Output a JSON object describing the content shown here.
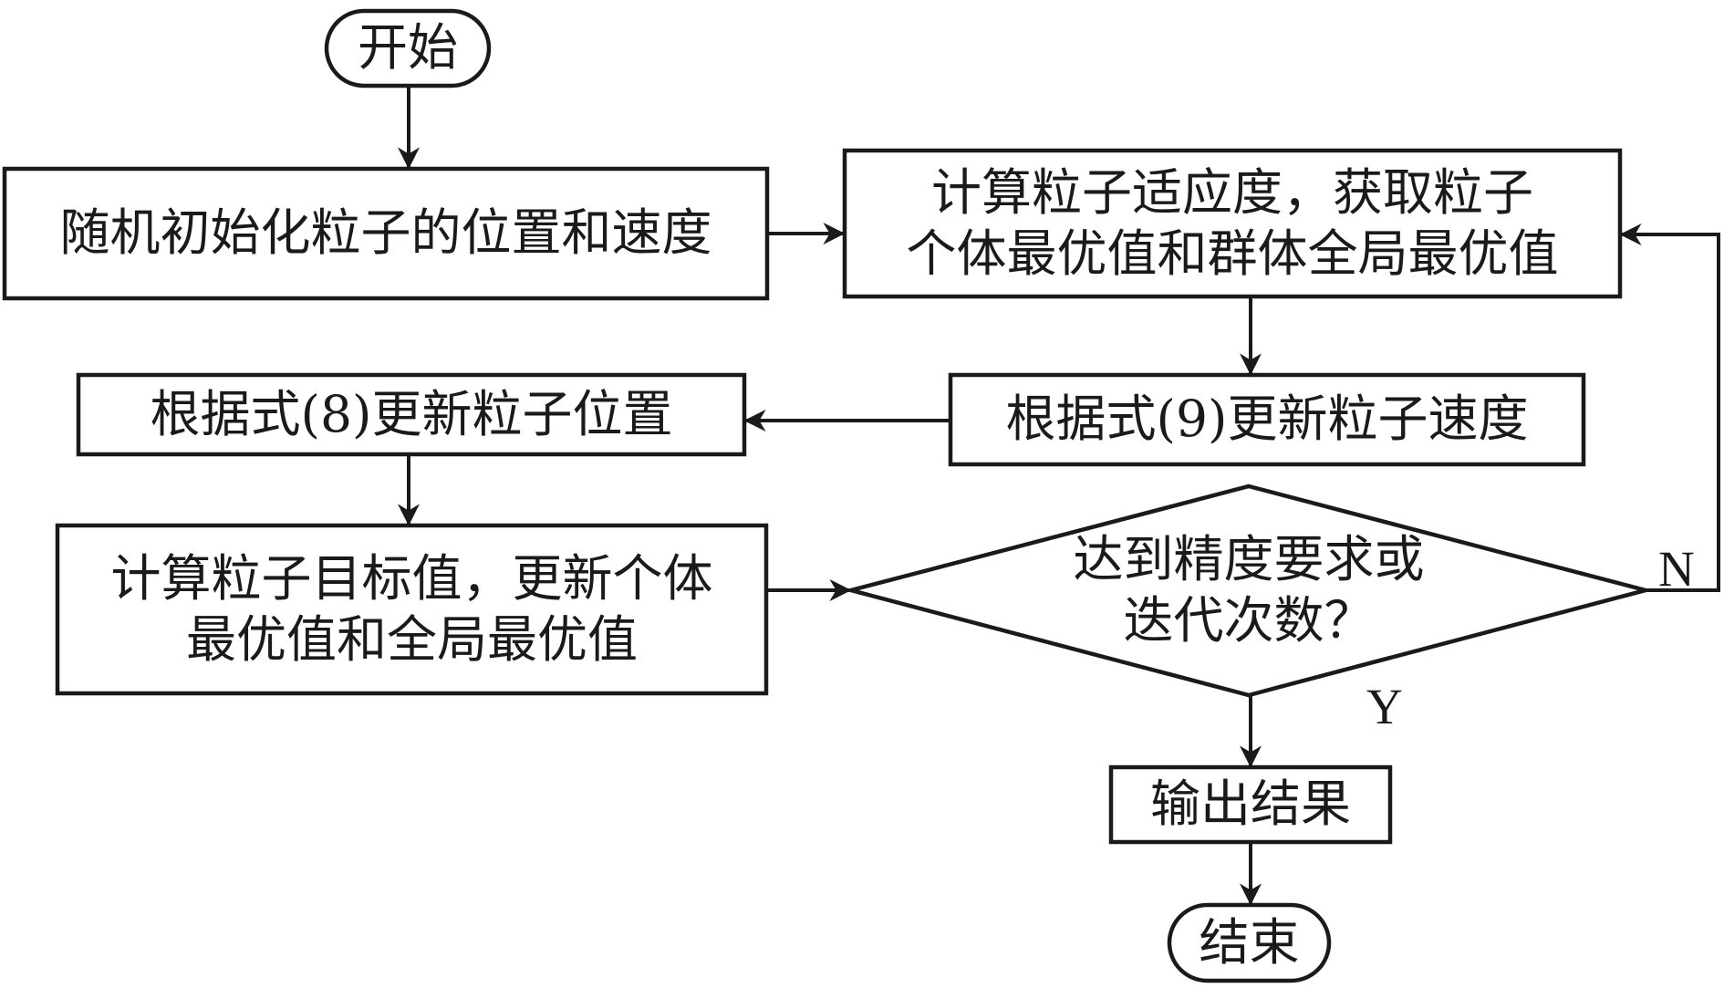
{
  "nodes": {
    "start": {
      "text": "开始"
    },
    "init": {
      "text": "随机初始化粒子的位置和速度"
    },
    "fitness": {
      "line1": "计算粒子适应度，获取粒子",
      "line2": "个体最优值和群体全局最优值"
    },
    "update_velocity": {
      "text": "根据式(9)更新粒子速度"
    },
    "update_position": {
      "text": "根据式(8)更新粒子位置"
    },
    "evaluate": {
      "line1": "计算粒子目标值，更新个体",
      "line2": "最优值和全局最优值"
    },
    "decision": {
      "line1": "达到精度要求或",
      "line2": "迭代次数？"
    },
    "output": {
      "text": "输出结果"
    },
    "end": {
      "text": "结束"
    }
  },
  "edges": {
    "decision_no": "N",
    "decision_yes": "Y"
  }
}
